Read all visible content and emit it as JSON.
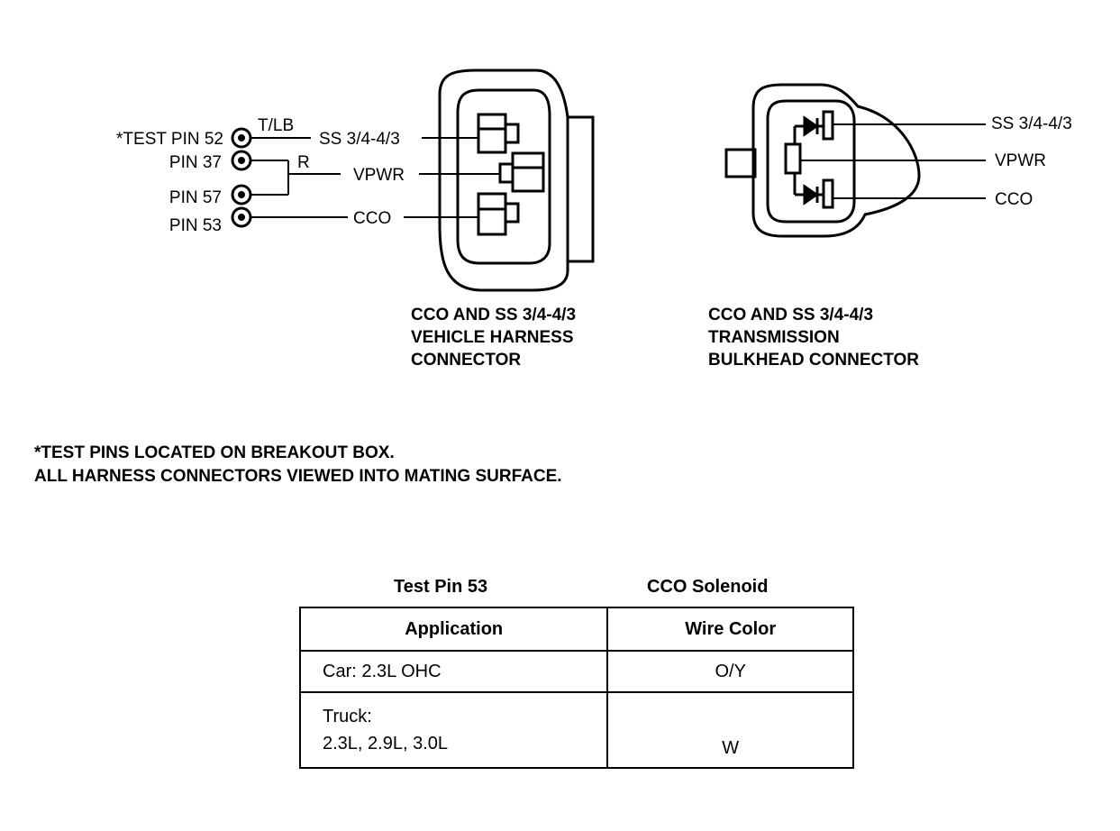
{
  "harness_connector": {
    "test_pins": [
      "*TEST PIN 52",
      "PIN 37",
      "PIN 57",
      "PIN 53"
    ],
    "wire_colors": [
      "T/LB",
      "R"
    ],
    "circuits": [
      "SS 3/4-4/3",
      "VPWR",
      "CCO"
    ],
    "caption": [
      "CCO AND SS 3/4-4/3",
      "VEHICLE HARNESS",
      "CONNECTOR"
    ]
  },
  "bulkhead_connector": {
    "circuits": [
      "SS 3/4-4/3",
      "VPWR",
      "CCO"
    ],
    "caption": [
      "CCO AND SS 3/4-4/3",
      "TRANSMISSION",
      "BULKHEAD CONNECTOR"
    ]
  },
  "notes": [
    "*TEST PINS LOCATED ON BREAKOUT BOX.",
    "ALL HARNESS CONNECTORS VIEWED INTO MATING SURFACE."
  ],
  "table": {
    "title_left": "Test Pin 53",
    "title_right": "CCO Solenoid",
    "headers": [
      "Application",
      "Wire Color"
    ],
    "rows": [
      {
        "application": [
          "Car: 2.3L OHC"
        ],
        "wire_color": "O/Y"
      },
      {
        "application": [
          "Truck:",
          "2.3L, 2.9L, 3.0L"
        ],
        "wire_color": "W"
      }
    ]
  }
}
